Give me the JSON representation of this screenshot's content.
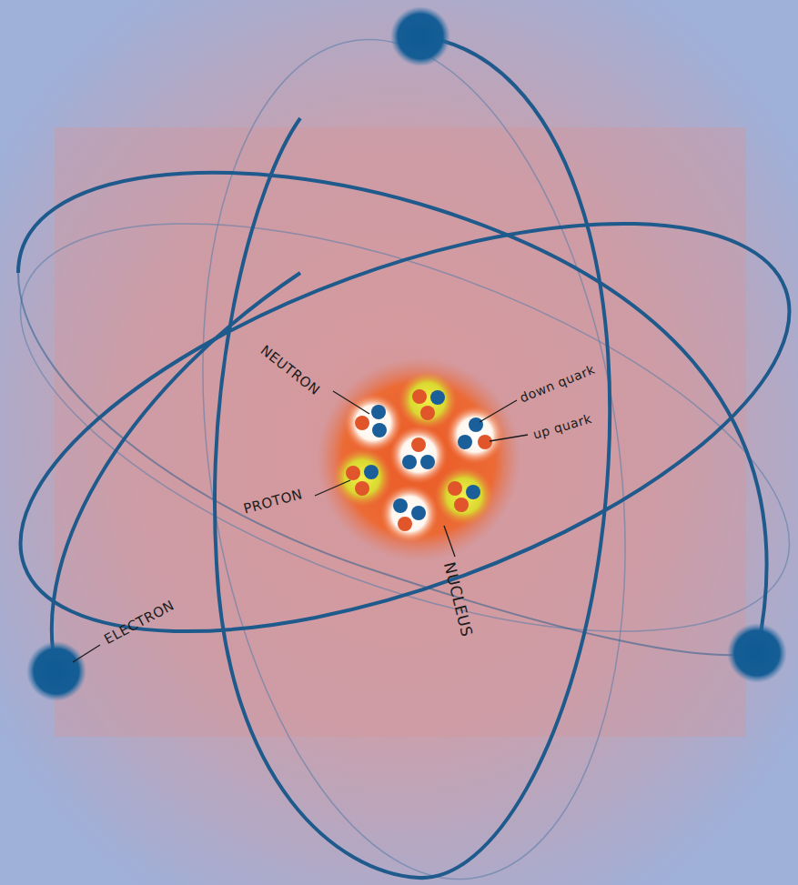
{
  "diagram": {
    "labels": [
      "NEUTRON",
      "down quark",
      "up quark",
      "PROTON",
      "NUCLEUS",
      "ELECTRON"
    ]
  }
}
